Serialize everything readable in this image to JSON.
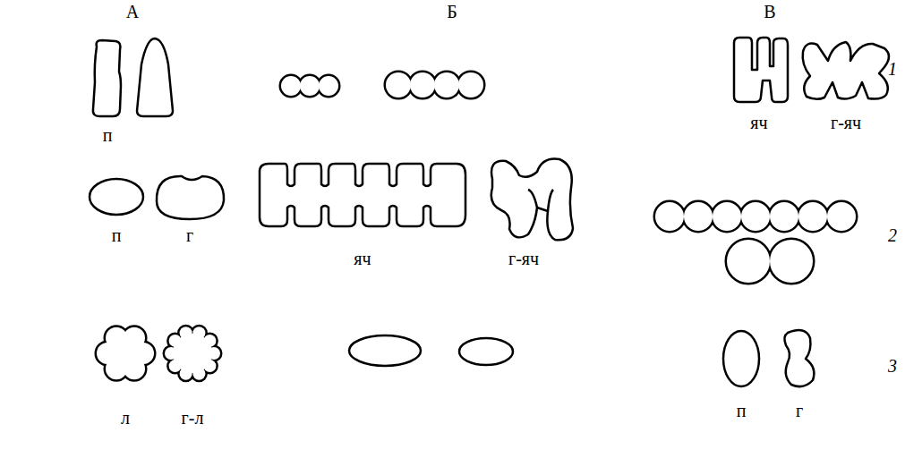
{
  "diagram": {
    "labels": [
      "А",
      "Б",
      "В",
      "п",
      "яч",
      "г-яч",
      "1",
      "п",
      "г",
      "яч",
      "г-яч",
      "2",
      "л",
      "г-л",
      "п",
      "г",
      "3"
    ]
  }
}
